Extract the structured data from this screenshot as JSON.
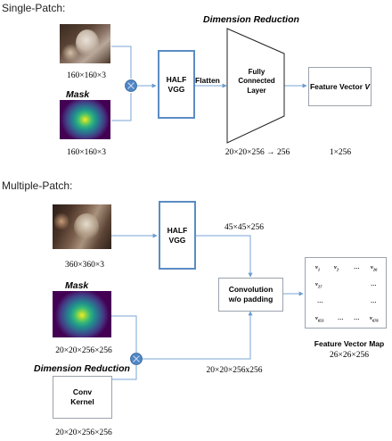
{
  "single": {
    "heading": "Single-Patch:",
    "image_dim": "160×160×3",
    "mask_label": "Mask",
    "mask_dim": "160×160×3",
    "vgg_line1": "HALF",
    "vgg_line2": "VGG",
    "flatten": "Flatten",
    "dimred_label": "Dimension Reduction",
    "fc_line1": "Fully",
    "fc_line2": "Connected",
    "fc_line3": "Layer",
    "fc_dim": "20×20×256 → 256",
    "fv_label": "Feature Vector ",
    "fv_var": "V",
    "fv_dim": "1×256"
  },
  "multi": {
    "heading": "Multiple-Patch:",
    "image_dim": "360×360×3",
    "vgg_line1": "HALF",
    "vgg_line2": "VGG",
    "vgg_out_dim": "45×45×256",
    "mask_label": "Mask",
    "mask_dim": "20×20×256×256",
    "conv_line1": "Convolution",
    "conv_line2": "w/o padding",
    "dimred_label": "Dimension Reduction",
    "kernel_line1": "Conv",
    "kernel_line2": "Kernel",
    "kernel_dim": "20×20×256×256",
    "product_dim": "20×20×256x256",
    "map_label": "Feature Vector Map",
    "map_dim": "26×26×256",
    "map_cells": {
      "r1c1": "v",
      "r1c1_sub": "1",
      "r1c2": "v",
      "r1c2_sub": "2",
      "r1c3": "…",
      "r1c4": "v",
      "r1c4_sub": "26",
      "r2c1": "v",
      "r2c1_sub": "27",
      "r2c4": "…",
      "r3c1": "…",
      "r3c4": "…",
      "r4c1": "v",
      "r4c1_sub": "651",
      "r4c2": "…",
      "r4c3": "…",
      "r4c4": "v",
      "r4c4_sub": "676"
    }
  },
  "colors": {
    "vgg_border": "#5b8cc4",
    "operator_fill": "#4f86c6",
    "arrow": "#7aa5d6"
  }
}
